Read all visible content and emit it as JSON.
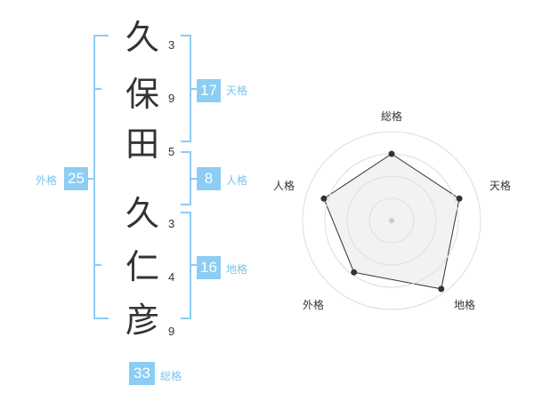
{
  "name": {
    "surname": [
      {
        "char": "久",
        "strokes": "3"
      },
      {
        "char": "保",
        "strokes": "9"
      },
      {
        "char": "田",
        "strokes": "5"
      }
    ],
    "given": [
      {
        "char": "久",
        "strokes": "3"
      },
      {
        "char": "仁",
        "strokes": "4"
      },
      {
        "char": "彦",
        "strokes": "9"
      }
    ]
  },
  "fortunes": {
    "tenkaku": {
      "value": "17",
      "label": "天格"
    },
    "jinkaku": {
      "value": "8",
      "label": "人格"
    },
    "chikaku": {
      "value": "16",
      "label": "地格"
    },
    "gaikaku": {
      "value": "25",
      "label": "外格"
    },
    "soukaku": {
      "value": "33",
      "label": "総格"
    }
  },
  "radar": {
    "axes": [
      "総格",
      "天格",
      "地格",
      "外格",
      "人格"
    ],
    "values": [
      0.75,
      0.8,
      0.95,
      0.72,
      0.8
    ],
    "rings": 4
  },
  "colors": {
    "bracket": "#8ccdf3",
    "box": "#8ccdf3",
    "label": "#7cc3ec",
    "text": "#333333",
    "radar_fill": "#f0f0f0",
    "radar_ring": "#dddddd",
    "radar_line": "#333333"
  }
}
